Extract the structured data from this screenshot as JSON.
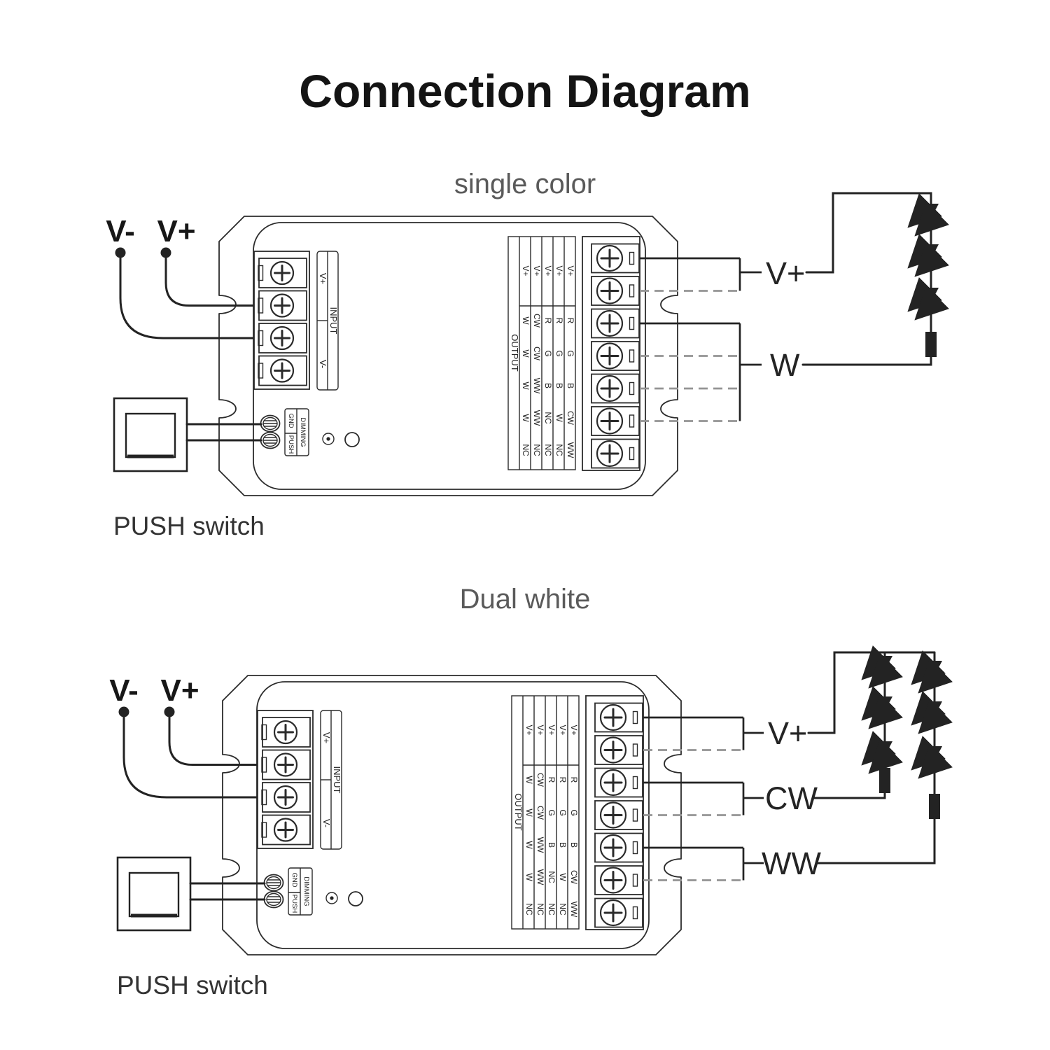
{
  "title": "Connection Diagram",
  "colors": {
    "ink": "#232323",
    "dashed_wire": "#949494",
    "subtitle": "#5a5a5a"
  },
  "diagrams": [
    {
      "subtitle": "single color",
      "supply_negative": "V-",
      "supply_positive": "V+",
      "push_switch": "PUSH switch",
      "output_labels": {
        "vplus": "V+",
        "w": "W"
      }
    },
    {
      "subtitle": "Dual white",
      "supply_negative": "V-",
      "supply_positive": "V+",
      "push_switch": "PUSH switch",
      "output_labels": {
        "vplus": "V+",
        "cw": "CW",
        "ww": "WW"
      }
    }
  ],
  "controller": {
    "input_block": {
      "vplus": "V+",
      "title": "INPUT",
      "vminus": "V-"
    },
    "dim_block": {
      "gnd": "GND",
      "push": "PUSH",
      "dimming": "DIMMING"
    },
    "output_table": {
      "title": "OUTPUT",
      "strips": [
        {
          "top": "V+",
          "cells": [
            "W",
            "W",
            "W",
            "W",
            "NC"
          ]
        },
        {
          "top": "V+",
          "cells": [
            "CW",
            "CW",
            "WW",
            "WW",
            "NC"
          ]
        },
        {
          "top": "V+",
          "cells": [
            "R",
            "G",
            "B",
            "NC",
            "NC"
          ]
        },
        {
          "top": "V+",
          "cells": [
            "R",
            "G",
            "B",
            "W",
            "NC"
          ]
        },
        {
          "top": "V+",
          "cells": [
            "R",
            "G",
            "B",
            "CW",
            "WW"
          ]
        }
      ]
    }
  }
}
